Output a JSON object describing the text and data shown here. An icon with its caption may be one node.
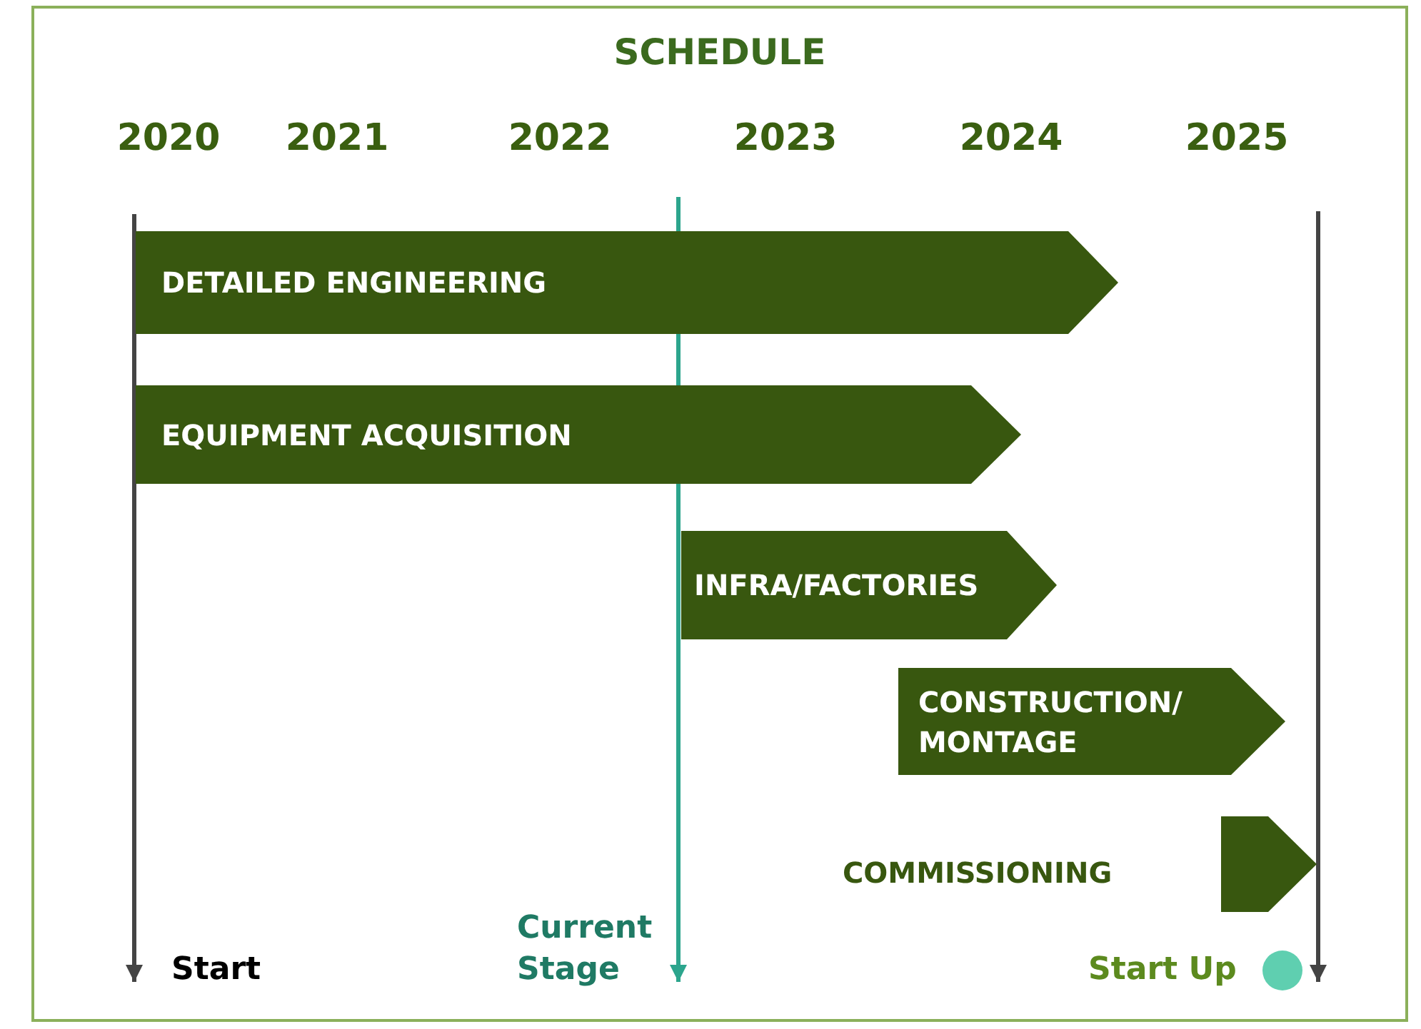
{
  "diagram": {
    "title": "SCHEDULE",
    "nodes": [
      {
        "text": [
          "DETAILED ENGINEERING"
        ]
      },
      {
        "text": [
          "EQUIPMENT ACQUISITION"
        ]
      },
      {
        "text": [
          "INFRA/FACTORIES"
        ]
      },
      {
        "text": [
          "CONSTRUCTION/ MONTAGE"
        ]
      },
      {
        "text": [],
        "shape": "bar",
        "beside": [
          "COMMISSIONING"
        ]
      },
      {
        "text": [
          "Start"
        ]
      },
      {
        "text": [
          "Current Stage"
        ]
      },
      {
        "text": [
          "Start Up"
        ]
      },
      {
        "text": [],
        "shape": "circle"
      }
    ],
    "edges": [
      {
        "from": null,
        "to": 5,
        "arrow": "to"
      },
      {
        "from": null,
        "to": 6,
        "arrow": "to",
        "color": "#2ca58d"
      },
      {
        "from": null,
        "to": 7,
        "arrow": "to"
      }
    ],
    "labels": [
      "2020",
      "2021",
      "2022",
      "2023",
      "2024",
      "2025"
    ]
  }
}
